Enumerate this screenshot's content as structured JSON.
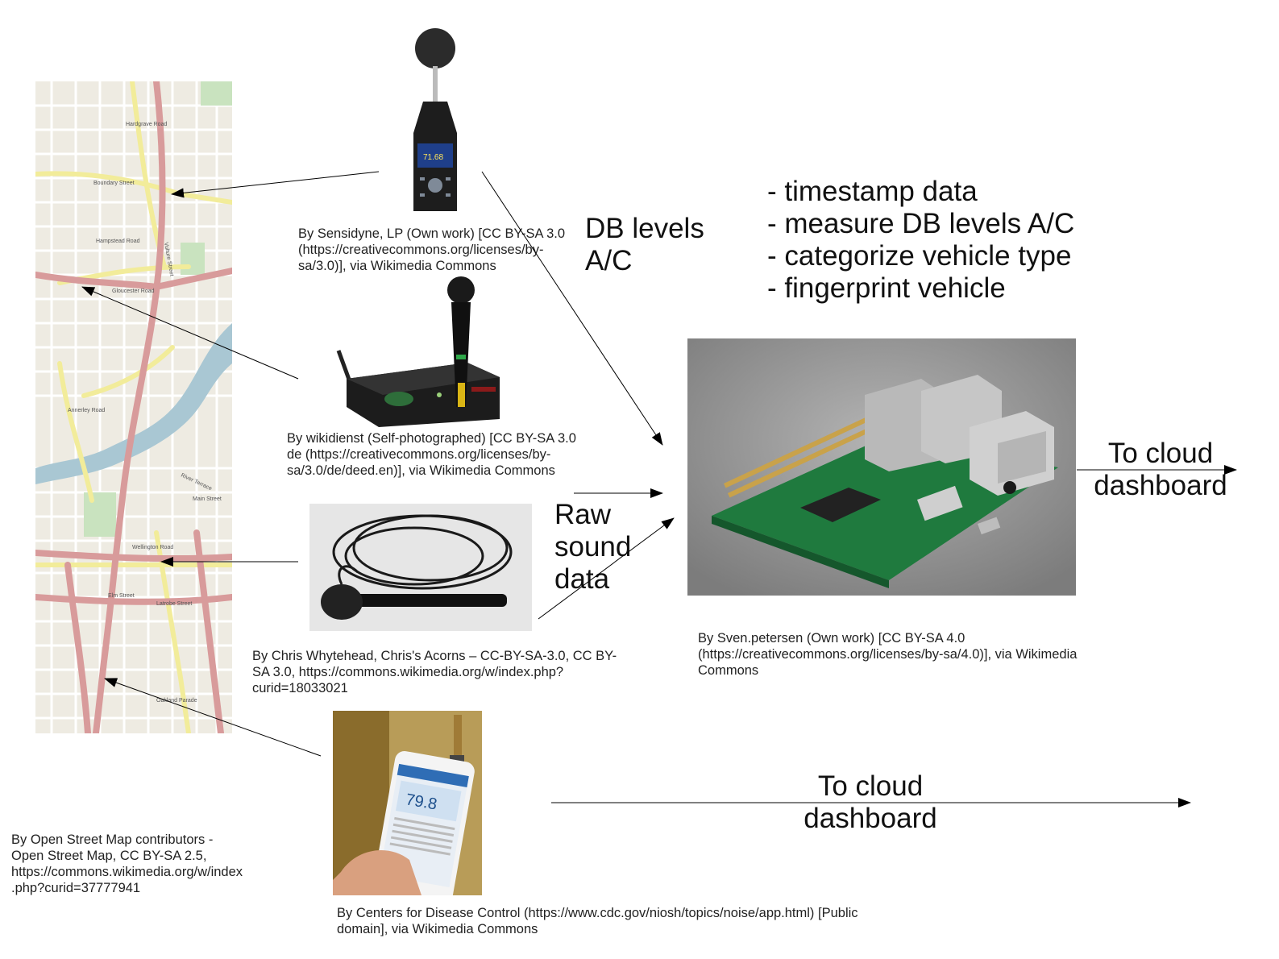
{
  "labels": {
    "db_levels": "DB levels\nA/C",
    "raw_sound": "Raw\nsound\ndata",
    "to_cloud_1": "To cloud\ndashboard",
    "to_cloud_2": "To cloud\ndashboard"
  },
  "tasks": [
    "- timestamp data",
    "- measure DB levels A/C",
    "- categorize vehicle type",
    "- fingerprint vehicle"
  ],
  "captions": {
    "sound_meter": "By Sensidyne, LP (Own work) [CC BY-SA 3.0\n(https://creativecommons.org/licenses/by-\nsa/3.0)], via Wikimedia Commons",
    "wireless_mic": "By wikidienst (Self-photographed) [CC BY-SA 3.0\nde (https://creativecommons.org/licenses/by-\nsa/3.0/de/deed.en)], via Wikimedia Commons",
    "wired_mic": "By Chris Whytehead, Chris's Acorns – CC-BY-SA-3.0, CC BY-\nSA 3.0, https://commons.wikimedia.org/w/index.php?\ncurid=18033021",
    "raspberry_pi": "By Sven.petersen (Own work) [CC BY-SA 4.0\n(https://creativecommons.org/licenses/by-sa/4.0)], via Wikimedia\nCommons",
    "map": "By Open Street Map contributors -\nOpen Street Map, CC BY-SA 2.5,\nhttps://commons.wikimedia.org/w/index\n.php?curid=37777941",
    "phone_app": "By Centers for Disease Control (https://www.cdc.gov/niosh/topics/noise/app.html) [Public\ndomain], via Wikimedia Commons"
  },
  "phone_app": {
    "reading": "79.8"
  },
  "sound_meter": {
    "reading": "71.68"
  },
  "map_street_labels": [
    "Hardgrave Road",
    "Boundary Street",
    "Vulture Street",
    "Gloucester Road",
    "Wellington Road",
    "Latrobe Street",
    "Annerley Road",
    "Hampstead Road",
    "River Terrace",
    "Main Street",
    "Oakland Parade",
    "Elm Street"
  ],
  "colors": {
    "map_bg": "#eeebe2",
    "major_road": "#d89b9b",
    "secondary_road": "#f2ec9a",
    "river": "#a9c7d3",
    "park": "#c9e3bf",
    "pcb_green": "#1f7a3e"
  }
}
